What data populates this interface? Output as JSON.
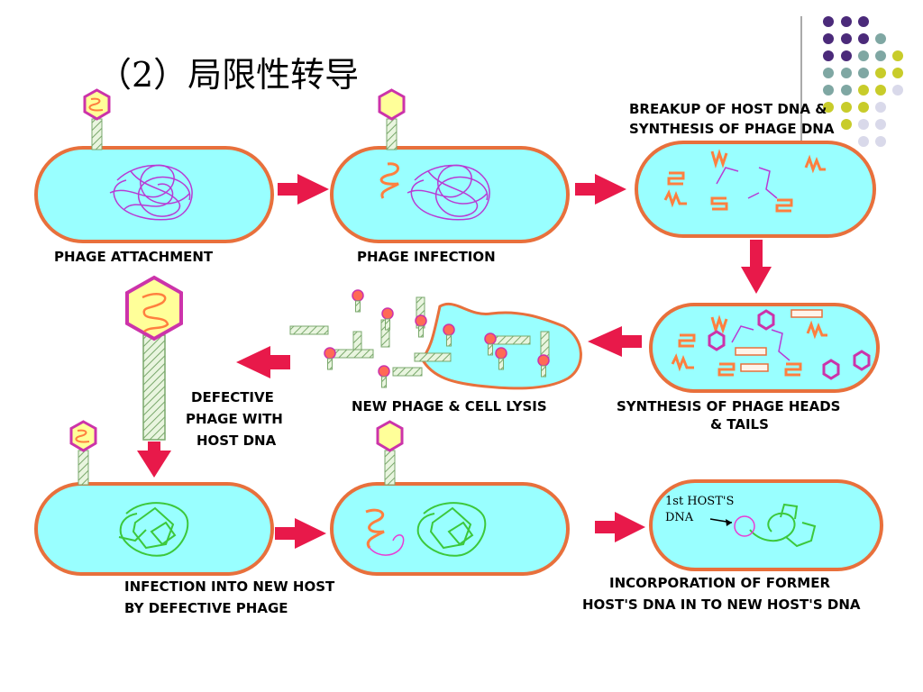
{
  "slide": {
    "title": "（2）局限性转导"
  },
  "labels": {
    "phage_attachment": "PHAGE ATTACHMENT",
    "phage_infection": "PHAGE INFECTION",
    "breakup_line1": "BREAKUP OF HOST DNA &",
    "breakup_line2": "SYNTHESIS OF PHAGE DNA",
    "synthesis_heads_line1": "SYNTHESIS OF PHAGE HEADS",
    "synthesis_heads_line2": "& TAILS",
    "new_phage_lysis": "NEW PHAGE & CELL LYSIS",
    "defective_line1": "DEFECTIVE",
    "defective_line2": "PHAGE WITH",
    "defective_line3": "HOST DNA",
    "infection_new_host_line1": "INFECTION INTO NEW HOST",
    "infection_new_host_line2": "BY DEFECTIVE PHAGE",
    "incorporation_line1": "INCORPORATION OF FORMER",
    "incorporation_line2": "HOST'S DNA IN TO NEW HOST'S DNA",
    "first_host_dna_line1": "1st HOST'S",
    "first_host_dna_line2": "DNA"
  },
  "colors": {
    "cell_fill": "#99ffff",
    "cell_stroke": "#e8703c",
    "arrow": "#e8194a",
    "host_dna": "#b83bd4",
    "phage_dna": "#ff7f3f",
    "new_host_dna": "#3cc83c",
    "phage_head": "#ffff99",
    "phage_head_stroke": "#cc33aa",
    "dot_purple": "#4b2a7a",
    "dot_teal": "#7fa7a3",
    "dot_yellow": "#c8cc2a",
    "dot_lavender": "#d9d9ea"
  }
}
